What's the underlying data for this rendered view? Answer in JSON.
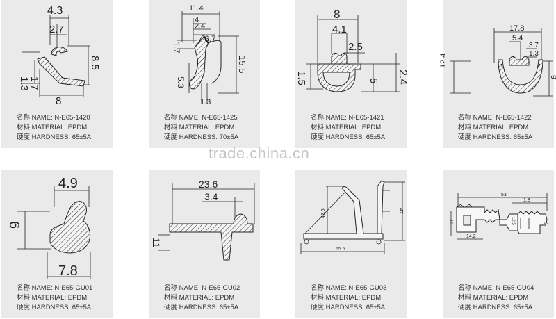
{
  "watermark": "trade.china.cn",
  "products": [
    {
      "name_label": "名称 NAME:",
      "name": "N-E65-1420",
      "material_label": "材料 MATERIAL:",
      "material": "EPDM",
      "hardness_label": "硬度 HARDNESS:",
      "hardness": "65±5A",
      "dims": [
        "4.3",
        "2.7",
        "1.3",
        "1.7",
        "8.5",
        "8"
      ]
    },
    {
      "name_label": "名称 NAME:",
      "name": "N-E65-1425",
      "material_label": "材料 MATERIAL:",
      "material": "EPDM",
      "hardness_label": "硬度 HARDNESS:",
      "hardness": "70±5A",
      "dims": [
        "11.4",
        "4",
        "2.4",
        "6.7",
        "1.7",
        "15.5",
        "5.3",
        "1.3"
      ]
    },
    {
      "name_label": "名称 NAME:",
      "name": "N-E65-1421",
      "material_label": "材料 MATERIAL:",
      "material": "EPDM",
      "hardness_label": "硬度 HARDNESS:",
      "hardness": "65±5A",
      "dims": [
        "8",
        "4.1",
        "2.5",
        "1.5",
        "5",
        "2.4"
      ]
    },
    {
      "name_label": "名称 NAME:",
      "name": "N-E65-1422",
      "material_label": "材料 MATERIAL:",
      "material": "EPDM",
      "hardness_label": "硬度 HARDNESS:",
      "hardness": "65±5A",
      "dims": [
        "17.8",
        "5.4",
        "3.7",
        "1.3",
        "12.4",
        "9"
      ]
    },
    {
      "name_label": "名称 NAME:",
      "name": "N-E65-GU01",
      "material_label": "材料 MATERIAL:",
      "material": "EPDM",
      "hardness_label": "硬度 HARDNESS:",
      "hardness": "65±5A",
      "dims": [
        "4.9",
        "6",
        "7.8"
      ]
    },
    {
      "name_label": "名称 NAME:",
      "name": "N-E65-GU02",
      "material_label": "材料 MATERIAL:",
      "material": "EPDM",
      "hardness_label": "硬度 HARDNESS:",
      "hardness": "65±5A",
      "dims": [
        "23.6",
        "3.4",
        "11"
      ]
    },
    {
      "name_label": "名称 NAME:",
      "name": "N-E65-GU03",
      "material_label": "材料 MATERIAL:",
      "material": "EPDM",
      "hardness_label": "硬度 HARDNESS:",
      "hardness": "65±5A",
      "dims": [
        "42.6",
        "47",
        "65.5"
      ]
    },
    {
      "name_label": "名称 NAME:",
      "name": "N-E65-GU04",
      "material_label": "材料 MATERIAL:",
      "material": "EPDM",
      "hardness_label": "硬度 HARDNESS:",
      "hardness": "65±5A",
      "dims": [
        "53",
        "1.8",
        "10",
        "14.2",
        "12.5",
        "9"
      ]
    }
  ]
}
